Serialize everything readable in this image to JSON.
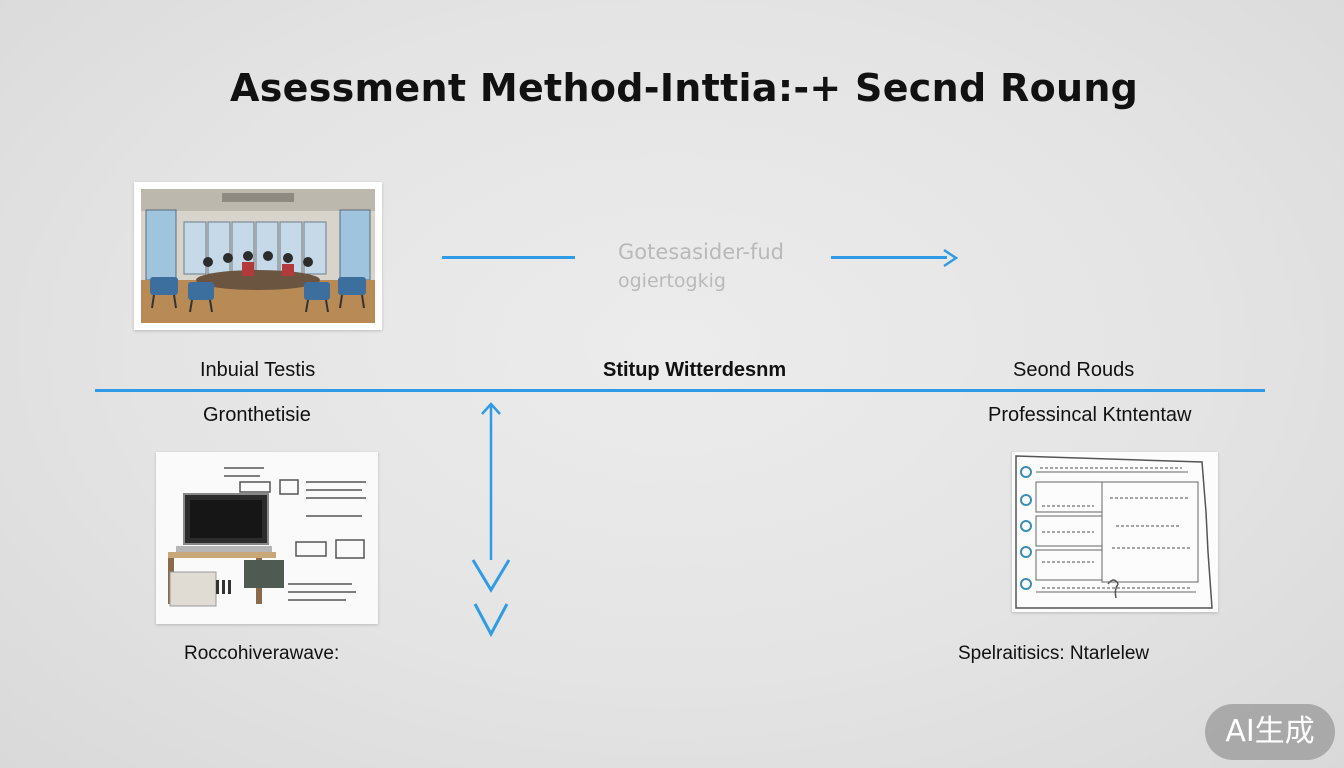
{
  "title": "Asessment Method-Inttia:-+ Secnd Roung",
  "center_text": {
    "line1": "Gotesasider-fud",
    "line2": "ogiertogkig"
  },
  "stages": {
    "left_top_label": "Inbuial Testis",
    "left_bottom_label": "Gronthetisie",
    "left_caption": "Roccohiverawave:",
    "middle_label": "Stitup Witterdesnm",
    "right_top_label": "Seond Rouds",
    "right_bottom_label": "Professincal Ktntentaw",
    "right_caption": "Spelraitisics: Ntarlelew"
  },
  "watermark": "AI生成",
  "colors": {
    "accent": "#2f9be6",
    "background": "#e6e6e6",
    "text": "#111111"
  }
}
